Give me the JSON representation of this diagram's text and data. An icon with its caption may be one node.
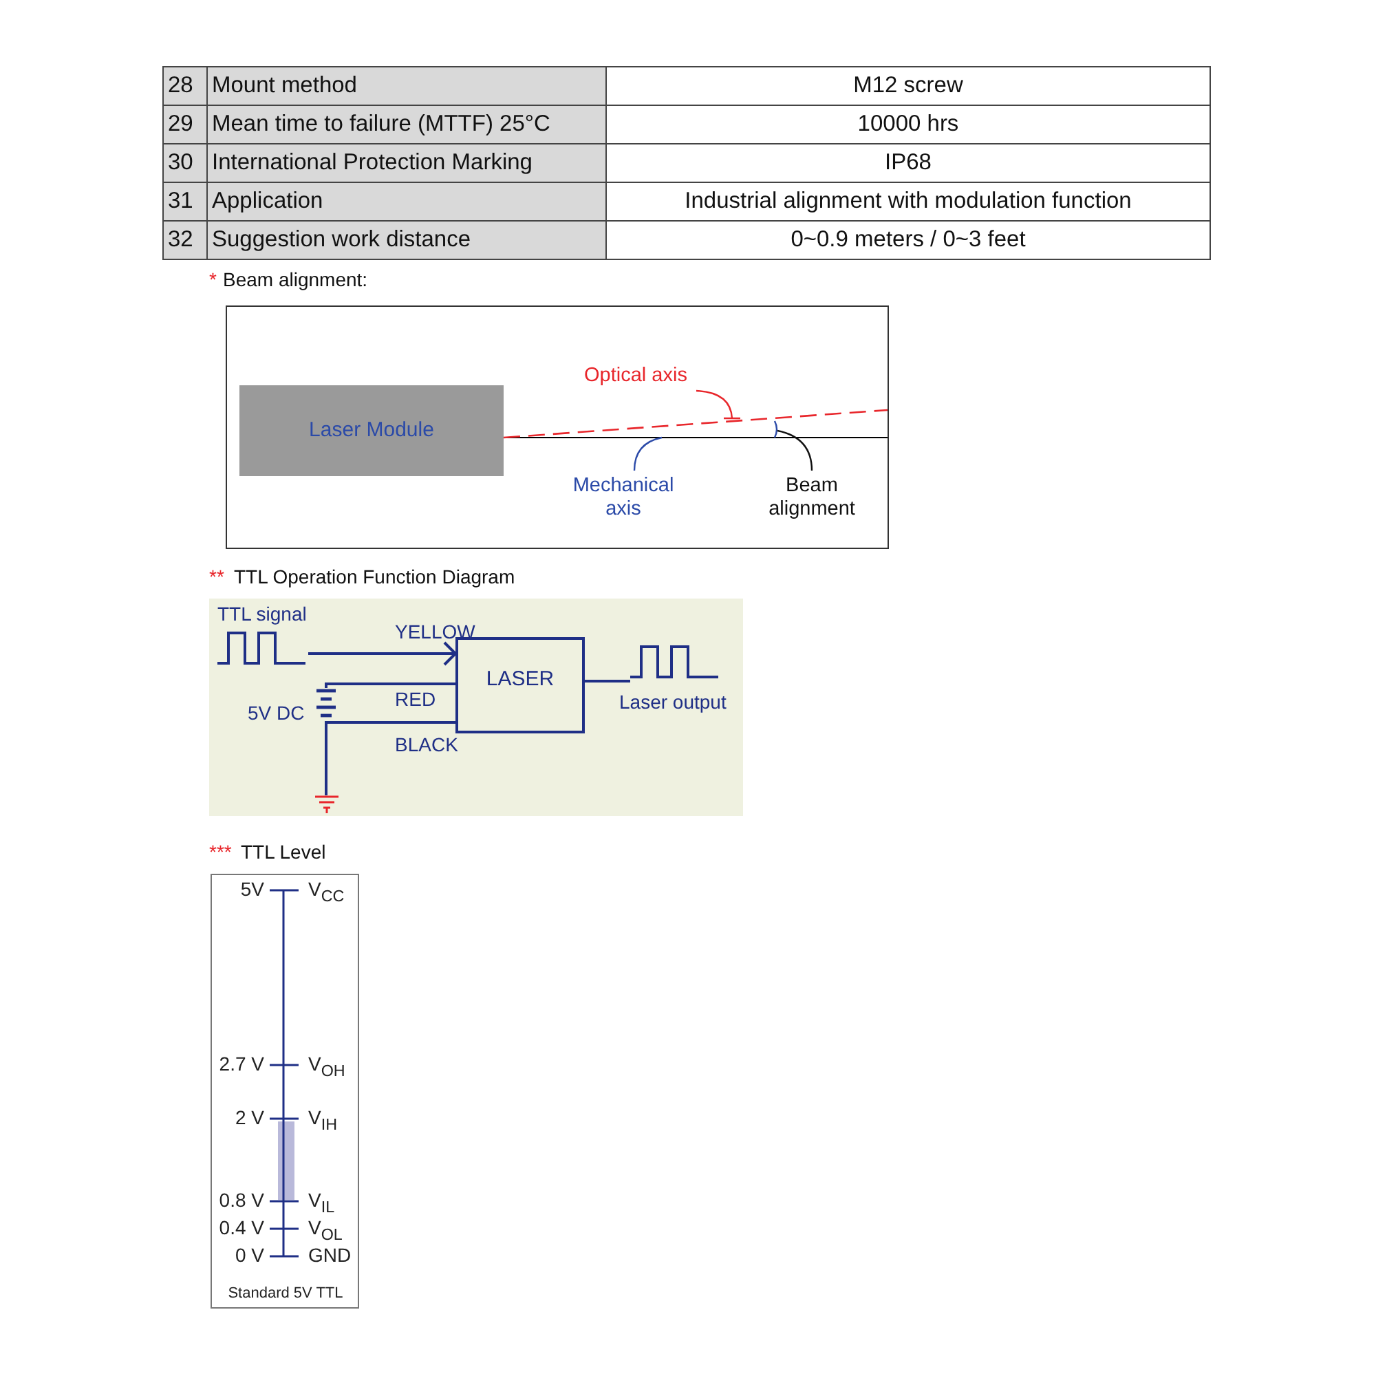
{
  "diagram": {
    "nodes": [
      {
        "text": [
          "Laser Module"
        ]
      },
      {
        "text": [
          "Optical axis"
        ]
      },
      {
        "text": [
          "Mechanical axis"
        ]
      },
      {
        "text": [
          "Beam alignment"
        ]
      },
      {
        "text": [],
        "shape": "picture",
        "beside": [
          "TTL signal"
        ]
      },
      {
        "text": [],
        "shape": "battery",
        "beside": [
          "5V DC"
        ]
      },
      {
        "text": [
          "LASER"
        ]
      },
      {
        "text": [],
        "shape": "picture",
        "beside": [
          "Laser output"
        ]
      },
      {
        "text": [],
        "shape": "ground"
      }
    ],
    "edges": [
      {
        "from": 1,
        "to": null,
        "arrow": "none",
        "color": "#e8262b"
      },
      {
        "from": 2,
        "to": null,
        "arrow": "none",
        "color": "#2b4aa8"
      },
      {
        "from": 3,
        "to": null,
        "arrow": "none",
        "color": "#111111"
      },
      {
        "from": 4,
        "to": 6,
        "arrow": "to",
        "label": "YELLOW"
      },
      {
        "from": 5,
        "to": 6,
        "arrow": "none",
        "label": "RED"
      },
      {
        "from": 5,
        "to": 6,
        "arrow": "none",
        "label": "BLACK"
      },
      {
        "from": 6,
        "to": 7,
        "arrow": "none"
      },
      {
        "from": 5,
        "to": 8,
        "arrow": "none"
      }
    ],
    "labels": [
      "28",
      "Mount method",
      "M12 screw",
      "29",
      "Mean time to failure (MTTF) 25°C",
      "10000 hrs",
      "30",
      "International Protection Marking",
      "IP68",
      "31",
      "Application",
      "Industrial alignment with modulation function",
      "32",
      "Suggestion work distance",
      "0~0.9 meters / 0~3 feet",
      "*",
      "Beam alignment:",
      "**",
      "TTL Operation Function Diagram",
      "***",
      "TTL Level",
      "5V",
      "V$_{CC}$",
      "2.7 V",
      "V$_{OH}$",
      "2 V",
      "V$_{IH}$",
      "0.8 V",
      "V$_{IL}$",
      "0.4 V",
      "V$_{OL}$",
      "0 V",
      "GND",
      "Standard 5V TTL"
    ]
  }
}
